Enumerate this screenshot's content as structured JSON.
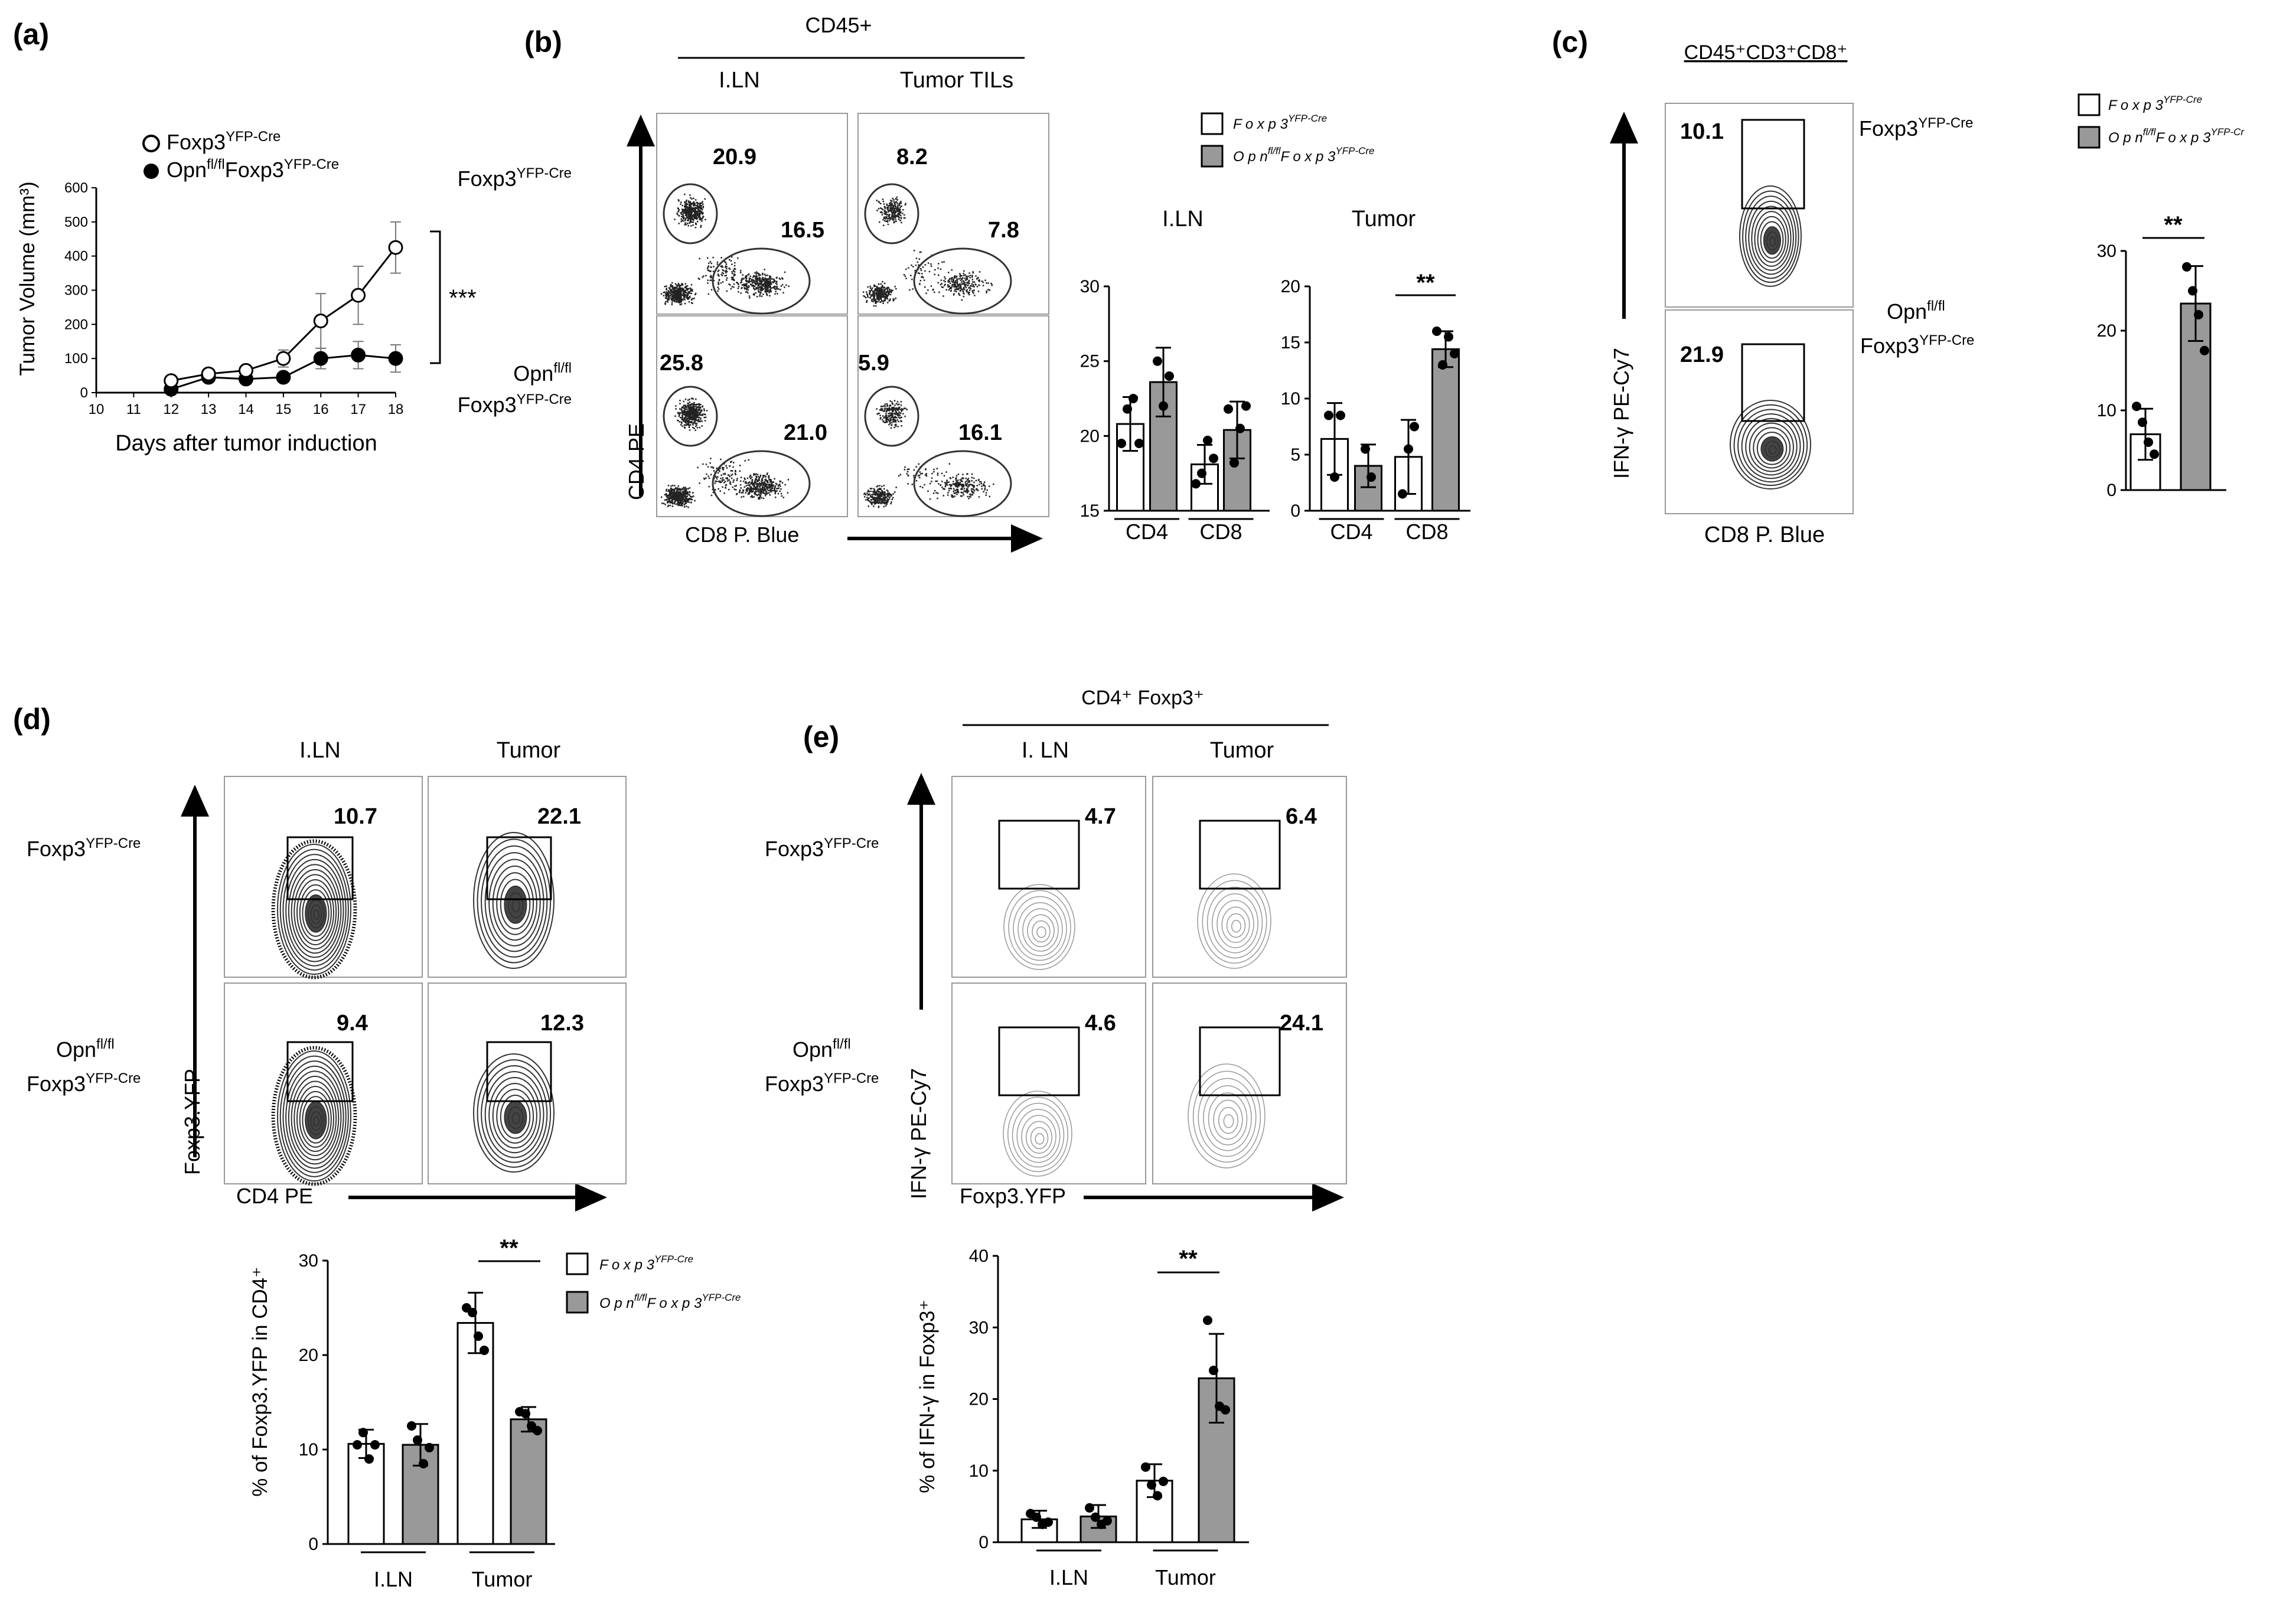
{
  "panels": {
    "a": {
      "letter": "(a)",
      "legend": [
        {
          "base": "Foxp3",
          "sup": "YFP-Cre"
        },
        {
          "pre": "Opn",
          "preSup": "fl/fl",
          "base": "Foxp3",
          "sup": "YFP-Cre"
        }
      ],
      "stars": "***"
    },
    "b": {
      "letter": "(b)",
      "gate": "CD45+",
      "colHeaders": [
        "I.LN",
        "Tumor TILs"
      ],
      "rowLabels": [
        {
          "base": "Foxp3",
          "sup": "YFP-Cre"
        },
        {
          "pre": "Opn",
          "preSup": "fl/fl",
          "base": "Foxp3",
          "sup": "YFP-Cre"
        }
      ],
      "quad": [
        [
          "20.9",
          "16.5"
        ],
        [
          "8.2",
          "7.8"
        ],
        [
          "25.8",
          "21.0"
        ],
        [
          "5.9",
          "16.1"
        ]
      ],
      "xLabel": "CD8 P. Blue",
      "yLabel": "CD4 PE",
      "legend": [
        {
          "base": "F o x p 3",
          "sup": "YFP-Cre"
        },
        {
          "pre": "O p n",
          "preSup": "fl/fl",
          "base": "F o x p 3",
          "sup": "YFP-Cre"
        }
      ],
      "barTitles": [
        "I.LN",
        "Tumor"
      ],
      "stars": "**"
    },
    "c": {
      "letter": "(c)",
      "gate": "CD45⁺CD3⁺CD8⁺",
      "values": [
        "10.1",
        "21.9"
      ],
      "rowLabels": [
        {
          "base": "Foxp3",
          "sup": "YFP-Cre"
        },
        {
          "pre": "Opn",
          "preSup": "fl/fl",
          "base": "Foxp3",
          "sup": "YFP-Cre"
        }
      ],
      "xLabel": "CD8 P. Blue",
      "yLabel": "IFN-γ PE-Cy7",
      "legend": [
        {
          "base": "F o x p 3",
          "sup": "YFP-Cre"
        },
        {
          "pre": "O p n",
          "preSup": "fl/fl",
          "base": "F o x p 3",
          "sup": "YFP-Cr"
        }
      ],
      "stars": "**"
    },
    "d": {
      "letter": "(d)",
      "colHeaders": [
        "I.LN",
        "Tumor"
      ],
      "rowLabels": [
        {
          "base": "Foxp3",
          "sup": "YFP-Cre"
        },
        {
          "pre": "Opn",
          "preSup": "fl/fl",
          "base": "Foxp3",
          "sup": "YFP-Cre"
        }
      ],
      "values": [
        "10.7",
        "22.1",
        "9.4",
        "12.3"
      ],
      "xLabel": "CD4 PE",
      "yLabel": "Foxp3.YFP",
      "legend": [
        {
          "base": "F o x p 3",
          "sup": "YFP-Cre"
        },
        {
          "pre": "O p n",
          "preSup": "fl/fl",
          "base": "F o x p 3",
          "sup": "YFP-Cre"
        }
      ],
      "stars": "**"
    },
    "e": {
      "letter": "(e)",
      "gate": "CD4⁺ Foxp3⁺",
      "colHeaders": [
        "I. LN",
        "Tumor"
      ],
      "rowLabels": [
        {
          "base": "Foxp3",
          "sup": "YFP-Cre"
        },
        {
          "pre": "Opn",
          "preSup": "fl/fl",
          "base": "Foxp3",
          "sup": "YFP-Cre"
        }
      ],
      "values": [
        "4.7",
        "6.4",
        "4.6",
        "24.1"
      ],
      "xLabel": "Foxp3.YFP",
      "yLabel": "IFN-γ PE-Cy7",
      "stars": "**"
    }
  },
  "chart_data": [
    {
      "id": "a",
      "type": "line",
      "xlabel": "Days after tumor induction",
      "ylabel": "Tumor Volume (mm³)",
      "xlim": [
        10,
        18
      ],
      "ylim": [
        0,
        600
      ],
      "xticks": [
        10,
        11,
        12,
        13,
        14,
        15,
        16,
        17,
        18
      ],
      "yticks": [
        0,
        100,
        200,
        300,
        400,
        500,
        600
      ],
      "x": [
        12,
        13,
        14,
        15,
        16,
        17,
        18
      ],
      "series": [
        {
          "marker": "open",
          "values": [
            35,
            55,
            65,
            100,
            210,
            285,
            425
          ],
          "err": [
            8,
            10,
            12,
            25,
            80,
            85,
            75
          ]
        },
        {
          "marker": "filled",
          "values": [
            10,
            45,
            40,
            45,
            100,
            110,
            100
          ],
          "err": [
            5,
            8,
            8,
            10,
            30,
            40,
            40
          ]
        }
      ]
    },
    {
      "id": "b-iln",
      "type": "bar",
      "categories": [
        "CD4",
        "CD8"
      ],
      "ylim": [
        15,
        30
      ],
      "yticks": [
        15,
        20,
        25,
        30
      ],
      "series": [
        {
          "fill": "#ffffff",
          "values": [
            20.8,
            18.1
          ],
          "err": [
            1.8,
            1.3
          ],
          "points": [
            [
              19.5,
              21.8,
              22.5,
              19.5
            ],
            [
              16.8,
              17.5,
              19.7,
              18.5
            ]
          ]
        },
        {
          "fill": "#999999",
          "values": [
            23.6,
            20.4
          ],
          "err": [
            2.3,
            1.9
          ],
          "points": [
            [
              25.0,
              22.0,
              24.0
            ],
            [
              21.8,
              18.2,
              20.5,
              22.0
            ]
          ]
        }
      ]
    },
    {
      "id": "b-tumor",
      "type": "bar",
      "categories": [
        "CD4",
        "CD8"
      ],
      "ylim": [
        0,
        20
      ],
      "yticks": [
        0,
        5,
        10,
        15,
        20
      ],
      "series": [
        {
          "fill": "#ffffff",
          "values": [
            6.4,
            4.8
          ],
          "err": [
            3.2,
            3.3
          ],
          "points": [
            [
              8.5,
              3.0,
              8.5
            ],
            [
              1.5,
              5.5,
              7.5
            ]
          ]
        },
        {
          "fill": "#999999",
          "values": [
            4.0,
            14.4
          ],
          "err": [
            1.9,
            1.6
          ],
          "points": [
            [
              5.5,
              3.0
            ],
            [
              16.0,
              13.0,
              15.5,
              14.0
            ]
          ]
        }
      ]
    },
    {
      "id": "c",
      "type": "bar",
      "categories": [
        ""
      ],
      "ylim": [
        0,
        30
      ],
      "yticks": [
        0,
        10,
        20,
        30
      ],
      "series": [
        {
          "fill": "#ffffff",
          "values": [
            7.0
          ],
          "err": [
            3.2
          ],
          "points": [
            [
              10.5,
              8.5,
              6.0,
              4.5
            ]
          ]
        },
        {
          "fill": "#999999",
          "values": [
            23.4
          ],
          "err": [
            4.7
          ],
          "points": [
            [
              28.0,
              25.0,
              22.0,
              17.5
            ]
          ]
        }
      ]
    },
    {
      "id": "d",
      "type": "bar",
      "categories": [
        "I.LN",
        "Tumor"
      ],
      "ylabel": "% of Foxp3.YFP in CD4⁺",
      "ylim": [
        0,
        30
      ],
      "yticks": [
        0,
        10,
        20,
        30
      ],
      "series": [
        {
          "fill": "#ffffff",
          "values": [
            10.6,
            23.4
          ],
          "err": [
            1.5,
            3.2
          ],
          "points": [
            [
              10.5,
              11.8,
              9.0,
              10.5
            ],
            [
              25.0,
              24.5,
              22.0,
              20.5
            ]
          ]
        },
        {
          "fill": "#999999",
          "values": [
            10.5,
            13.2
          ],
          "err": [
            2.2,
            1.3
          ],
          "points": [
            [
              12.5,
              11.0,
              8.5,
              10.2
            ],
            [
              14.0,
              13.8,
              12.5,
              12.0
            ]
          ]
        }
      ]
    },
    {
      "id": "e",
      "type": "bar",
      "categories": [
        "I.LN",
        "Tumor"
      ],
      "ylabel": "% of IFN-γ in Foxp3⁺",
      "ylim": [
        0,
        40
      ],
      "yticks": [
        0,
        10,
        20,
        30,
        40
      ],
      "series": [
        {
          "fill": "#ffffff",
          "values": [
            3.2,
            8.6
          ],
          "err": [
            1.2,
            2.3
          ],
          "points": [
            [
              4.0,
              3.5,
              2.5,
              2.8
            ],
            [
              10.5,
              8.0,
              6.5,
              8.5
            ]
          ]
        },
        {
          "fill": "#999999",
          "values": [
            3.6,
            22.9
          ],
          "err": [
            1.6,
            6.2
          ],
          "points": [
            [
              4.8,
              3.5,
              2.5,
              3.0
            ],
            [
              31.0,
              24.0,
              19.0,
              18.5
            ]
          ]
        }
      ]
    }
  ]
}
